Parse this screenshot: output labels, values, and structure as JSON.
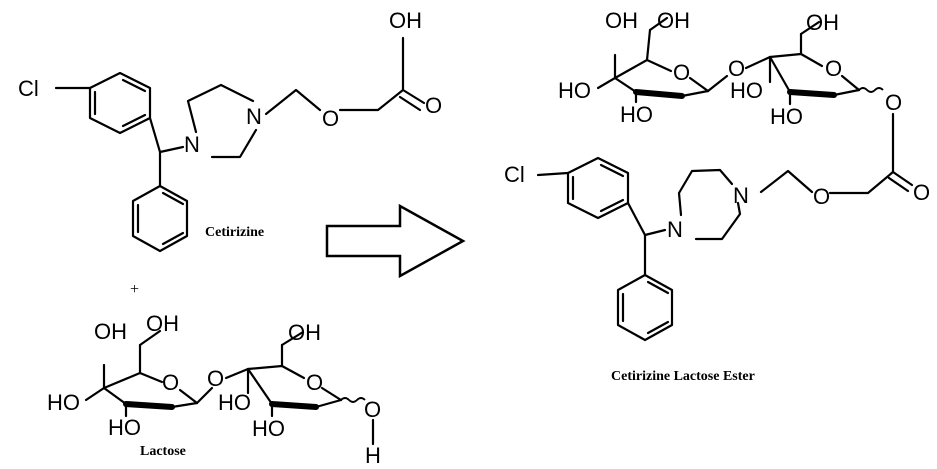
{
  "labels": {
    "cetirizine": "Cetirizine",
    "plus": "+",
    "lactose": "Lactose",
    "product": "Cetirizine Lactose Ester"
  },
  "atoms": {
    "cl": "Cl",
    "n": "N",
    "o": "O",
    "oh": "OH",
    "ho": "HO",
    "h": "H"
  }
}
